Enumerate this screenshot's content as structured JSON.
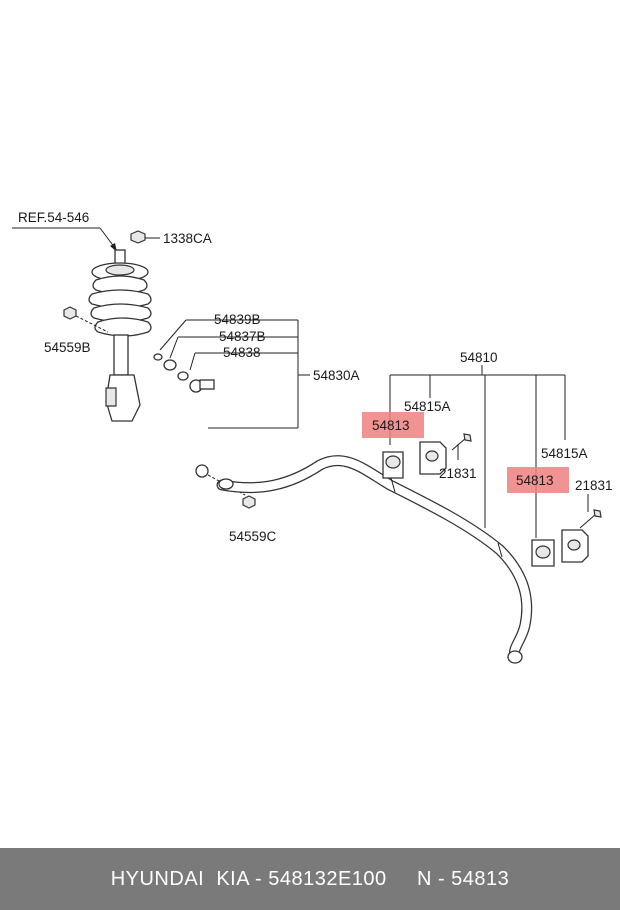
{
  "labels": {
    "ref": "REF.54-546",
    "p1338ca": "1338CA",
    "p54559b": "54559B",
    "p54839b": "54839B",
    "p54837b": "54837B",
    "p54838": "54838",
    "p54830a": "54830A",
    "p54810": "54810",
    "p54815a_1": "54815A",
    "p54813_1": "54813",
    "p21831_1": "21831",
    "p54815a_2": "54815A",
    "p54813_2": "54813",
    "p21831_2": "21831",
    "p54559c": "54559C"
  },
  "footer": {
    "text": "HYUNDAI  KIA - 548132E100     N - 54813"
  },
  "colors": {
    "highlight": "#f08080",
    "footer_bg": "#7a7a7a",
    "footer_text": "#ffffff"
  }
}
